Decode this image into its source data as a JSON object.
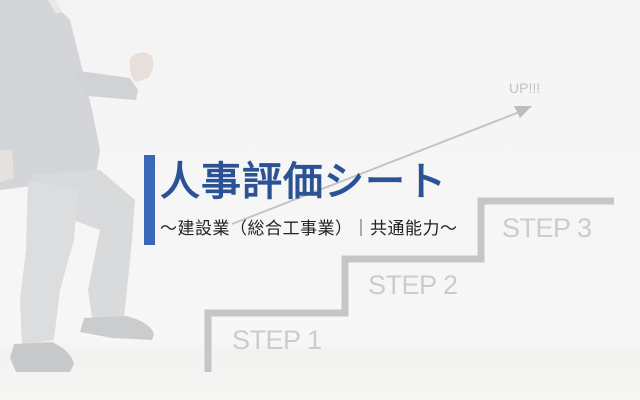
{
  "slide": {
    "title": "人事評価シート",
    "subtitle": "～建設業（総合工事業）｜共通能力～",
    "arrow_label": "UP!!!",
    "steps": [
      {
        "label": "STEP 1"
      },
      {
        "label": "STEP 2"
      },
      {
        "label": "STEP 3"
      }
    ],
    "background_image": "businessman-climbing-stairs-photo"
  },
  "colors": {
    "accent_bar": "#3a68b8",
    "title": "#2c5296",
    "subtitle": "#222222",
    "stairs": "#c6c6c6",
    "step_text": "#cccccc",
    "arrow": "#c0c0c0",
    "background": "#f5f5f5"
  }
}
